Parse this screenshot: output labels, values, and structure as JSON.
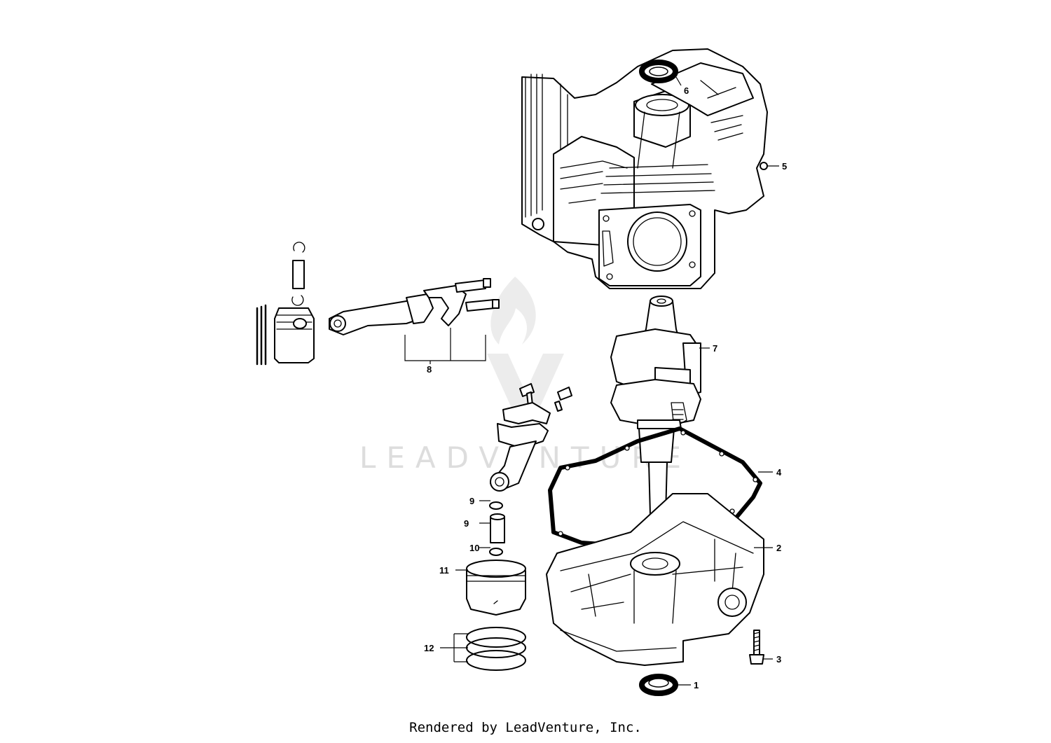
{
  "watermark": {
    "brand": "LEADVENTURE"
  },
  "callouts": [
    {
      "id": "1",
      "label": "1"
    },
    {
      "id": "2",
      "label": "2"
    },
    {
      "id": "3",
      "label": "3"
    },
    {
      "id": "4",
      "label": "4"
    },
    {
      "id": "5",
      "label": "5"
    },
    {
      "id": "6",
      "label": "6"
    },
    {
      "id": "7",
      "label": "7"
    },
    {
      "id": "8",
      "label": "8"
    },
    {
      "id": "9a",
      "label": "9"
    },
    {
      "id": "9b",
      "label": "9"
    },
    {
      "id": "10",
      "label": "10"
    },
    {
      "id": "11",
      "label": "11"
    },
    {
      "id": "12",
      "label": "12"
    }
  ],
  "footer": {
    "text": "Rendered by LeadVenture, Inc."
  }
}
